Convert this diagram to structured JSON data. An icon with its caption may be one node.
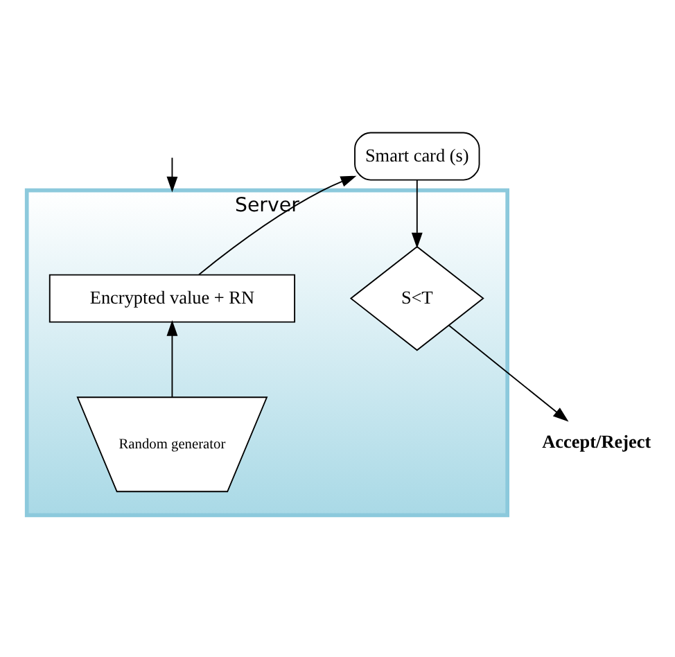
{
  "diagram": {
    "nodes": [
      {
        "text": [
          "Server"
        ]
      },
      {
        "text": [
          "Smart card (s)"
        ]
      },
      {
        "text": [
          "Encrypted value + RN"
        ],
        "in": 0
      },
      {
        "text": [
          "Random generator"
        ],
        "in": 0
      },
      {
        "text": [
          "S<Ƭ"
        ],
        "in": 0
      },
      {
        "text": [
          "Accept/Reject"
        ]
      }
    ],
    "edges": [
      {
        "from": null,
        "to": 0,
        "arrow": "to"
      },
      {
        "from": 2,
        "to": 1,
        "arrow": "to"
      },
      {
        "from": 3,
        "to": 2,
        "arrow": "to"
      },
      {
        "from": 1,
        "to": 4,
        "arrow": "to"
      },
      {
        "from": 4,
        "to": 5,
        "arrow": "to"
      }
    ]
  }
}
